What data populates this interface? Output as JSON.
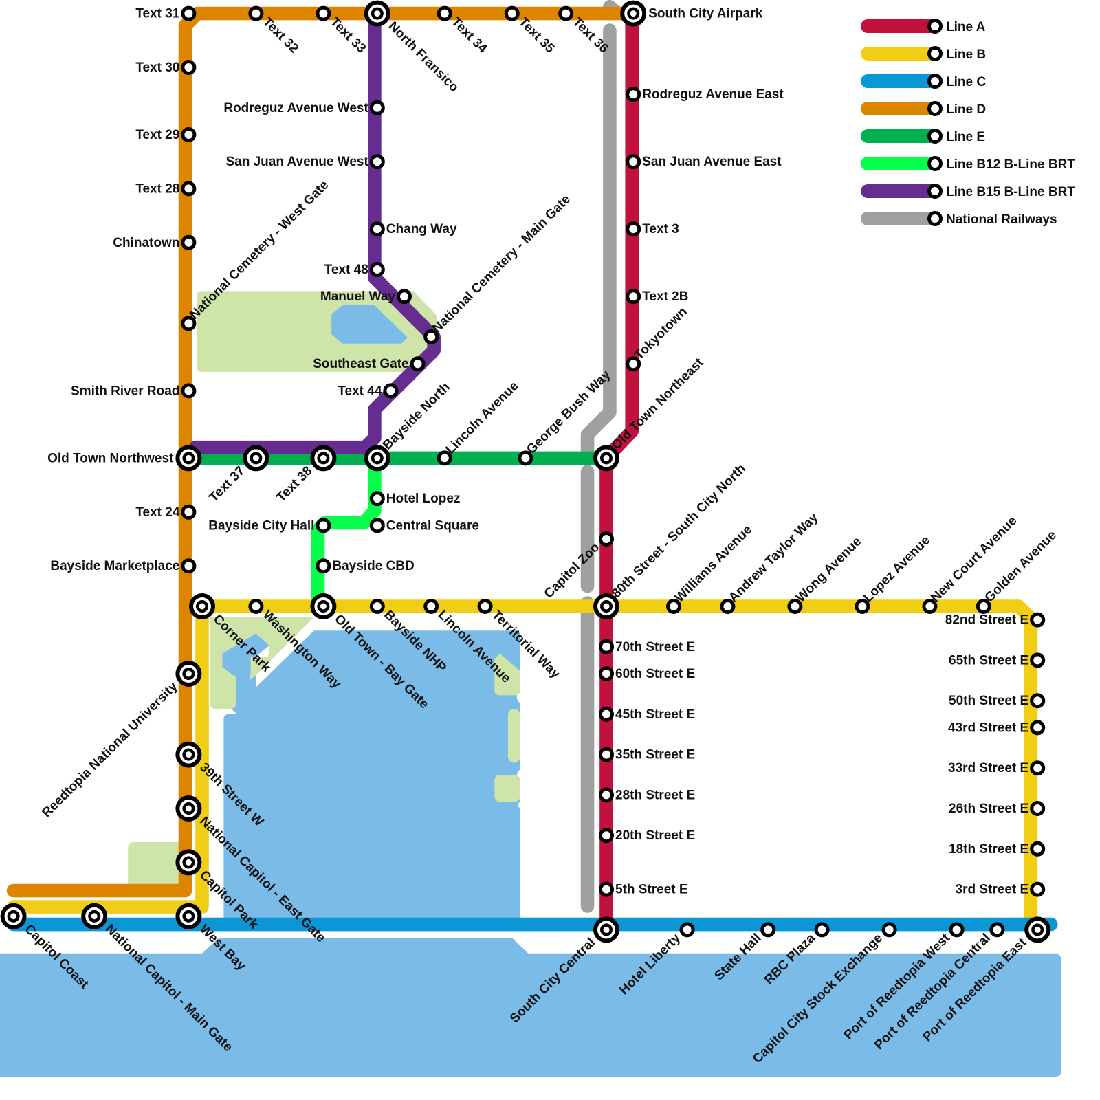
{
  "title": "Reedtopia transit map",
  "colors": {
    "line_a": "#c0123c",
    "line_b": "#f0ce15",
    "line_c": "#0b96d6",
    "line_d": "#de8500",
    "line_e": "#00b050",
    "line_b12": "#07ff4b",
    "line_b15": "#662d91",
    "national_railways": "#a0a0a0",
    "water": "#7abbe7",
    "park": "#cfe4a8",
    "station": "#000000"
  },
  "legend": [
    {
      "id": "line_a",
      "label": "Line A"
    },
    {
      "id": "line_b",
      "label": "Line B"
    },
    {
      "id": "line_c",
      "label": "Line C"
    },
    {
      "id": "line_d",
      "label": "Line D"
    },
    {
      "id": "line_e",
      "label": "Line E"
    },
    {
      "id": "line_b12",
      "label": "Line B12 B-Line BRT"
    },
    {
      "id": "line_b15",
      "label": "Line B15 B-Line BRT"
    },
    {
      "id": "national_railways",
      "label": "National Railways"
    }
  ],
  "lines": {
    "line_d": {
      "name": "Line D",
      "stations": [
        "Capitol Coast",
        "National Capitol - Main Gate",
        "West Bay",
        "Capitol Park",
        "National Capitol - East Gate",
        "39th Street W",
        "Reedtopia National University",
        "Corner Park",
        "Bayside Marketplace",
        "Text 24",
        "Old Town Northwest",
        "Smith River Road",
        "National Cemetery - West Gate",
        "Chinatown",
        "Text 28",
        "Text 29",
        "Text 30",
        "Text 31",
        "Text 32",
        "Text 33",
        "North Fransico",
        "Text 34",
        "Text 35",
        "Text 36",
        "South City Airpark"
      ]
    },
    "line_a": {
      "name": "Line A",
      "stations": [
        "South City Airpark",
        "Rodreguz Avenue East",
        "San Juan Avenue East",
        "Text 3",
        "Text 2B",
        "Tokyotown",
        "Old Town Northeast",
        "Capitol Zoo",
        "80th Street - South City North",
        "70th Street E",
        "60th Street E",
        "45th Street E",
        "35th Street E",
        "28th Street E",
        "20th Street E",
        "5th Street E",
        "South City Central"
      ]
    },
    "line_b": {
      "name": "Line B",
      "stations": [
        "Capitol Coast",
        "National Capitol - Main Gate",
        "West Bay",
        "Capitol Park",
        "National Capitol - East Gate",
        "39th Street W",
        "Corner Park",
        "Washington Way",
        "Old Town - Bay Gate",
        "Bayside NHP",
        "Lincoln Avenue",
        "Territorial Way",
        "80th Street - South City North",
        "Williams Avenue",
        "Andrew Taylor Way",
        "Wong Avenue",
        "Lopez Avenue",
        "New Court Avenue",
        "Golden Avenue",
        "82nd Street E",
        "65th Street E",
        "50th Street E",
        "43rd Street E",
        "33rd Street E",
        "26th Street E",
        "18th Street E",
        "3rd Street E",
        "Port of Reedtopia East"
      ]
    },
    "line_c": {
      "name": "Line C",
      "stations": [
        "Capitol Coast",
        "National Capitol - Main Gate",
        "West Bay",
        "South City Central",
        "Hotel Liberty",
        "State Hall",
        "RBC Plaza",
        "Capitol City Stock Exchange",
        "Port of Reedtopia West",
        "Port of Reedtopia Central",
        "Port of Reedtopia East"
      ]
    },
    "line_e": {
      "name": "Line E",
      "stations": [
        "Old Town Northwest",
        "Text 37",
        "Text 38",
        "Bayside North",
        "Lincoln Avenue",
        "George Bush Way",
        "Old Town Northeast"
      ]
    },
    "line_b12": {
      "name": "Line B12 B-Line BRT",
      "stations": [
        "Bayside North",
        "Hotel Lopez",
        "Central Square",
        "Bayside City Hall",
        "Bayside CBD",
        "Old Town - Bay Gate"
      ]
    },
    "line_b15": {
      "name": "Line B15 B-Line BRT",
      "stations": [
        "North Fransico",
        "Rodreguz Avenue West",
        "San Juan Avenue West",
        "Chang Way",
        "Text 48",
        "Manuel Way",
        "National Cemetery - Main Gate",
        "Southeast Gate",
        "Text 44",
        "Bayside North",
        "Text 38",
        "Text 37",
        "Old Town Northwest"
      ]
    },
    "national_railways": {
      "name": "National Railways",
      "stations": [
        "South City Airpark",
        "Old Town Northeast",
        "80th Street - South City North",
        "South City Central"
      ]
    }
  },
  "stations": [
    {
      "id": "text31",
      "label": "Text 31"
    },
    {
      "id": "text30",
      "label": "Text 30"
    },
    {
      "id": "text29",
      "label": "Text 29"
    },
    {
      "id": "text28",
      "label": "Text 28"
    },
    {
      "id": "chinatown",
      "label": "Chinatown"
    },
    {
      "id": "natcem_west",
      "label": "National Cemetery - West Gate"
    },
    {
      "id": "smith_river",
      "label": "Smith River Road"
    },
    {
      "id": "old_town_nw",
      "label": "Old Town Northwest",
      "interchange": true
    },
    {
      "id": "text24",
      "label": "Text 24"
    },
    {
      "id": "bayside_market",
      "label": "Bayside Marketplace"
    },
    {
      "id": "corner_park",
      "label": "Corner Park",
      "interchange": true
    },
    {
      "id": "reedtopia_univ",
      "label": "Reedtopia National University",
      "interchange": true
    },
    {
      "id": "39th_w",
      "label": "39th Street W",
      "interchange": true
    },
    {
      "id": "natcap_east",
      "label": "National Capitol - East Gate",
      "interchange": true
    },
    {
      "id": "capitol_park",
      "label": "Capitol Park",
      "interchange": true
    },
    {
      "id": "west_bay",
      "label": "West Bay",
      "interchange": true
    },
    {
      "id": "capitol_coast",
      "label": "Capitol Coast",
      "interchange": true
    },
    {
      "id": "natcap_main",
      "label": "National Capitol - Main Gate",
      "interchange": true
    },
    {
      "id": "text32",
      "label": "Text 32"
    },
    {
      "id": "text33",
      "label": "Text 33"
    },
    {
      "id": "north_fransico",
      "label": "North Fransico",
      "interchange": true
    },
    {
      "id": "text34",
      "label": "Text 34"
    },
    {
      "id": "text35",
      "label": "Text 35"
    },
    {
      "id": "text36",
      "label": "Text 36"
    },
    {
      "id": "sc_airpark",
      "label": "South City Airpark",
      "interchange": true
    },
    {
      "id": "rodreguz_w",
      "label": "Rodreguz Avenue West"
    },
    {
      "id": "sanjuan_w",
      "label": "San Juan Avenue West"
    },
    {
      "id": "chang_way",
      "label": "Chang Way"
    },
    {
      "id": "text48",
      "label": "Text 48"
    },
    {
      "id": "manuel_way",
      "label": "Manuel Way"
    },
    {
      "id": "natcem_main",
      "label": "National Cemetery - Main Gate"
    },
    {
      "id": "southeast_gate",
      "label": "Southeast Gate"
    },
    {
      "id": "text44",
      "label": "Text 44"
    },
    {
      "id": "bayside_north",
      "label": "Bayside North",
      "interchange": true
    },
    {
      "id": "text37",
      "label": "Text 37",
      "interchange": true
    },
    {
      "id": "text38",
      "label": "Text 38",
      "interchange": true
    },
    {
      "id": "lincoln_n",
      "label": "Lincoln Avenue"
    },
    {
      "id": "george_bush",
      "label": "George Bush Way"
    },
    {
      "id": "old_town_ne",
      "label": "Old Town Northeast",
      "interchange": true
    },
    {
      "id": "hotel_lopez",
      "label": "Hotel Lopez"
    },
    {
      "id": "central_sq",
      "label": "Central Square"
    },
    {
      "id": "bayside_ch",
      "label": "Bayside City Hall"
    },
    {
      "id": "bayside_cbd",
      "label": "Bayside CBD"
    },
    {
      "id": "washington",
      "label": "Washington Way"
    },
    {
      "id": "old_town_bay",
      "label": "Old Town - Bay Gate",
      "interchange": true
    },
    {
      "id": "bayside_nhp",
      "label": "Bayside NHP"
    },
    {
      "id": "lincoln_s",
      "label": "Lincoln Avenue"
    },
    {
      "id": "territorial",
      "label": "Territorial Way"
    },
    {
      "id": "rodreguz_e",
      "label": "Rodreguz Avenue East"
    },
    {
      "id": "sanjuan_e",
      "label": "San Juan Avenue East"
    },
    {
      "id": "text3",
      "label": "Text 3"
    },
    {
      "id": "text2b",
      "label": "Text 2B"
    },
    {
      "id": "tokyotown",
      "label": "Tokyotown"
    },
    {
      "id": "capitol_zoo",
      "label": "Capitol Zoo"
    },
    {
      "id": "80th",
      "label": "80th Street - South City North",
      "interchange": true
    },
    {
      "id": "70th",
      "label": "70th Street E"
    },
    {
      "id": "60th",
      "label": "60th Street E"
    },
    {
      "id": "45th",
      "label": "45th Street E"
    },
    {
      "id": "35th",
      "label": "35th Street E"
    },
    {
      "id": "28th",
      "label": "28th Street E"
    },
    {
      "id": "20th",
      "label": "20th Street E"
    },
    {
      "id": "5th",
      "label": "5th Street E"
    },
    {
      "id": "sc_central",
      "label": "South City Central",
      "interchange": true
    },
    {
      "id": "williams",
      "label": "Williams Avenue"
    },
    {
      "id": "andrew_taylor",
      "label": "Andrew Taylor Way"
    },
    {
      "id": "wong",
      "label": "Wong Avenue"
    },
    {
      "id": "lopez",
      "label": "Lopez Avenue"
    },
    {
      "id": "new_court",
      "label": "New Court Avenue"
    },
    {
      "id": "golden",
      "label": "Golden Avenue"
    },
    {
      "id": "82nd",
      "label": "82nd Street E"
    },
    {
      "id": "65th",
      "label": "65th Street E"
    },
    {
      "id": "50th",
      "label": "50th Street E"
    },
    {
      "id": "43rd",
      "label": "43rd Street E"
    },
    {
      "id": "33rd",
      "label": "33rd Street E"
    },
    {
      "id": "26th",
      "label": "26th Street E"
    },
    {
      "id": "18th",
      "label": "18th Street E"
    },
    {
      "id": "3rd",
      "label": "3rd Street E"
    },
    {
      "id": "hotel_liberty",
      "label": "Hotel Liberty"
    },
    {
      "id": "state_hall",
      "label": "State Hall"
    },
    {
      "id": "rbc_plaza",
      "label": "RBC Plaza"
    },
    {
      "id": "stock_exchange",
      "label": "Capitol City Stock Exchange"
    },
    {
      "id": "port_west",
      "label": "Port of Reedtopia West"
    },
    {
      "id": "port_central",
      "label": "Port of Reedtopia Central"
    },
    {
      "id": "port_east",
      "label": "Port of Reedtopia East",
      "interchange": true
    }
  ]
}
